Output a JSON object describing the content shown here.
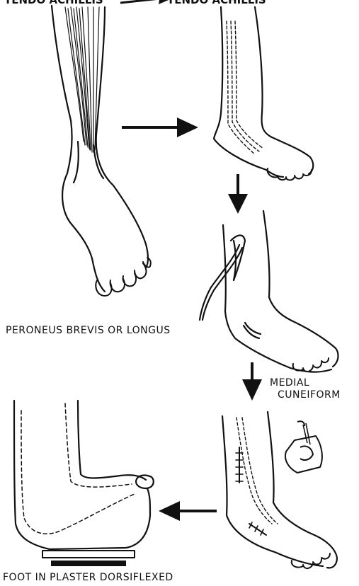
{
  "header": {
    "left_label": "TENDO ACHILLIS",
    "right_label": "TENDO ACHILLIS"
  },
  "labels": {
    "peroneus": "PERONEUS BREVIS OR LONGUS",
    "medial_line1": "MEDIAL",
    "medial_line2": "CUNEIFORM",
    "plaster": "FOOT IN PLASTER DORSIFLEXED"
  },
  "colors": {
    "ink": "#111111",
    "background": "#ffffff"
  }
}
